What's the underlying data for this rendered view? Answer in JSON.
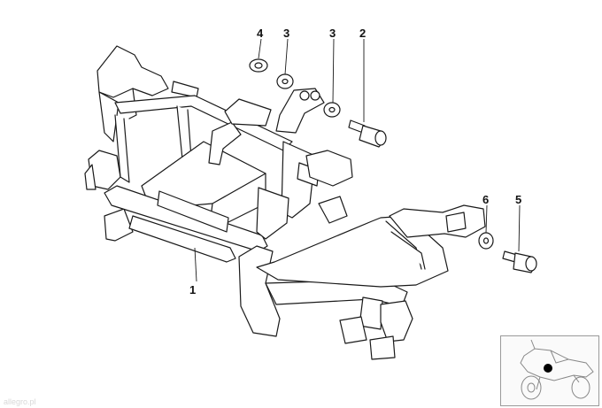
{
  "diagram": {
    "callouts": [
      {
        "id": "c4",
        "label": "4"
      },
      {
        "id": "c3a",
        "label": "3"
      },
      {
        "id": "c3b",
        "label": "3"
      },
      {
        "id": "c2",
        "label": "2"
      },
      {
        "id": "c6",
        "label": "6"
      },
      {
        "id": "c5",
        "label": "5"
      },
      {
        "id": "c1",
        "label": "1"
      }
    ],
    "watermark": "allegro.pl"
  },
  "colors": {
    "line": "#1a1a1a",
    "fill": "#ffffff",
    "marker": "#000000",
    "thumbnail_line": "#888888"
  }
}
